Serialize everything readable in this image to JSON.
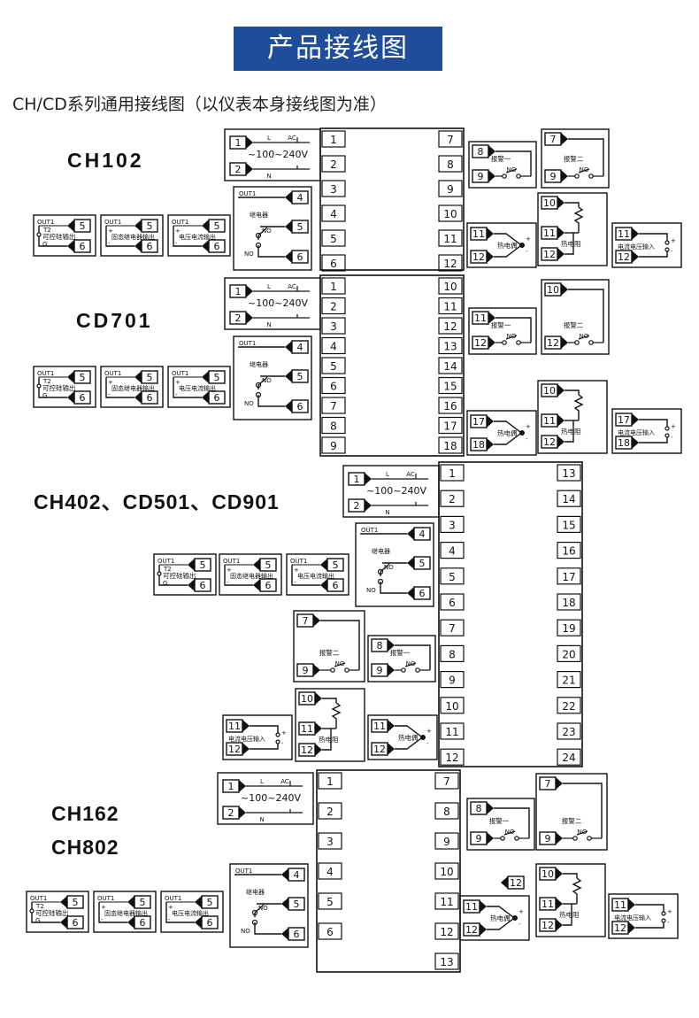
{
  "header": {
    "title": "产品接线图",
    "subtitle": "CH/CD系列通用接线图（以仪表本身接线图为准）"
  },
  "colors": {
    "banner": "#1f4d9a",
    "line": "#111111"
  },
  "labels": {
    "l": "L",
    "ac": "AC",
    "n": "N",
    "voltage": "~100~240V",
    "out1": "OUT1",
    "relay": "继电器",
    "no": "NO",
    "t2": "T2",
    "scr": "可控硅输出",
    "g": "G",
    "ssr": "固态继电器输出",
    "ssr_alt": "固态继电器输出",
    "va": "电压电流输出",
    "alarm1": "报警一",
    "alarm2": "报警二",
    "tc": "热电偶",
    "rtd": "热电阻",
    "current_in": "电流电压输入",
    "plus": "+",
    "minus": "-"
  },
  "diagrams": [
    {
      "model": "CH102",
      "left_terminals": [
        "1",
        "2",
        "3",
        "4",
        "5",
        "6"
      ],
      "right_terminals": [
        "7",
        "8",
        "9",
        "10",
        "11",
        "12"
      ]
    },
    {
      "model": "CD701",
      "left_terminals": [
        "1",
        "2",
        "3",
        "4",
        "5",
        "6",
        "7",
        "8",
        "9"
      ],
      "right_terminals": [
        "10",
        "11",
        "12",
        "13",
        "14",
        "15",
        "16",
        "17",
        "18"
      ]
    },
    {
      "model": "CH402、CD501、CD901",
      "left_terminals": [
        "1",
        "2",
        "3",
        "4",
        "5",
        "6",
        "7",
        "8",
        "9",
        "10",
        "11",
        "12"
      ],
      "right_terminals": [
        "13",
        "14",
        "15",
        "16",
        "17",
        "18",
        "19",
        "20",
        "21",
        "22",
        "23",
        "24"
      ]
    },
    {
      "model_lines": [
        "CH162",
        "CH802"
      ],
      "left_terminals": [
        "1",
        "2",
        "3",
        "4",
        "5",
        "6"
      ],
      "right_terminals": [
        "7",
        "8",
        "9",
        "10",
        "11",
        "12",
        "13"
      ]
    }
  ]
}
